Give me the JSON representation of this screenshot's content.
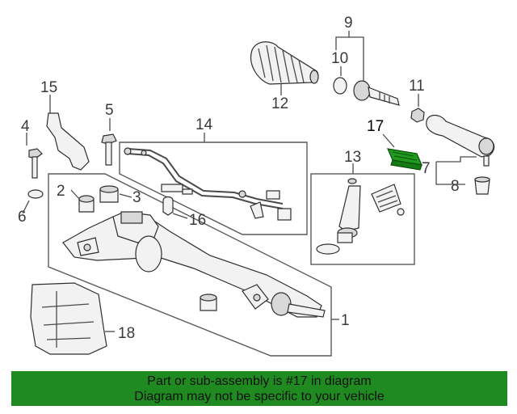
{
  "callouts": {
    "c1": "1",
    "c2": "2",
    "c3": "3",
    "c4": "4",
    "c5": "5",
    "c6": "6",
    "c7": "7",
    "c8": "8",
    "c9": "9",
    "c10": "10",
    "c11": "11",
    "c12": "12",
    "c13": "13",
    "c14": "14",
    "c15": "15",
    "c16": "16",
    "c17": "17",
    "c18": "18"
  },
  "highlight": {
    "part": "17",
    "color": "#1f9a1f"
  },
  "banner": {
    "line1": "Part or sub-assembly is #17 in diagram",
    "line2": "Diagram may not be specific to your vehicle",
    "background": "#1f8a1f"
  }
}
